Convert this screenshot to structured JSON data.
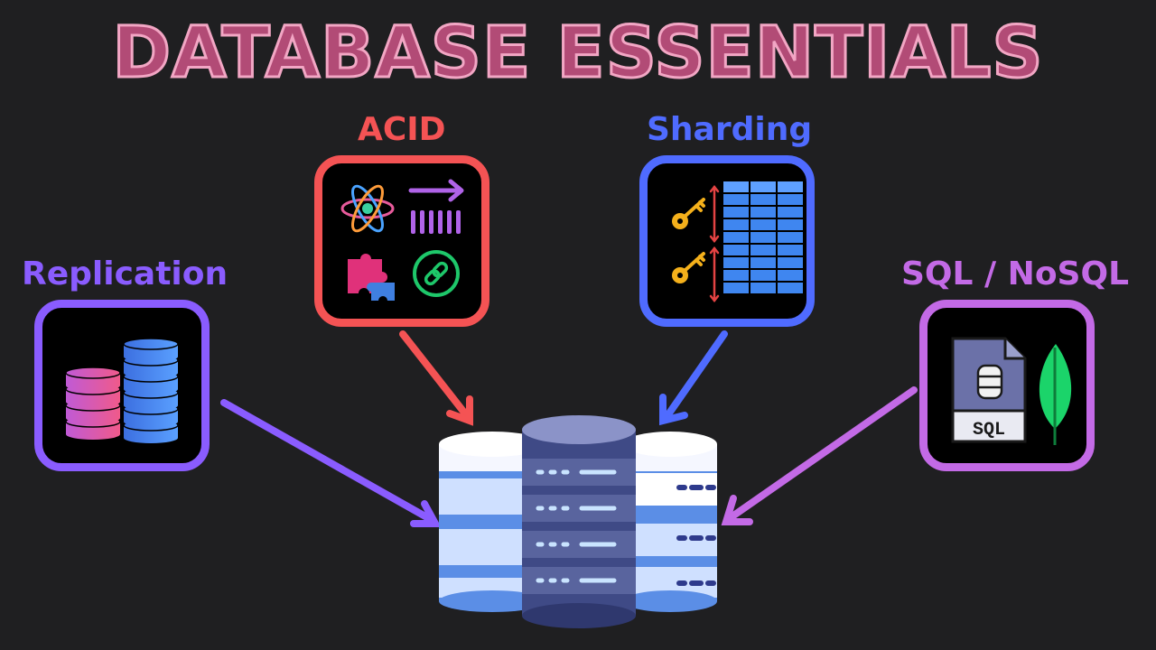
{
  "title": "DATABASE ESSENTIALS",
  "concepts": [
    {
      "id": "acid",
      "label": "ACID",
      "color": "#f45354",
      "icons": [
        "atom-icon",
        "arrow-barcode-icon",
        "puzzle-icon",
        "link-icon"
      ]
    },
    {
      "id": "sharding",
      "label": "Sharding",
      "color": "#4f6bff",
      "icons": [
        "key-icon",
        "table-grid-icon"
      ]
    },
    {
      "id": "replication",
      "label": "Replication",
      "color": "#8a5cff",
      "icons": [
        "database-stack-icon"
      ]
    },
    {
      "id": "sql_nosql",
      "label": "SQL / NoSQL",
      "color": "#c36ae6",
      "icons": [
        "sql-file-icon",
        "mongodb-leaf-icon"
      ]
    }
  ],
  "sql_file_text": "SQL",
  "center": {
    "icon": "server-database-cluster-icon"
  }
}
